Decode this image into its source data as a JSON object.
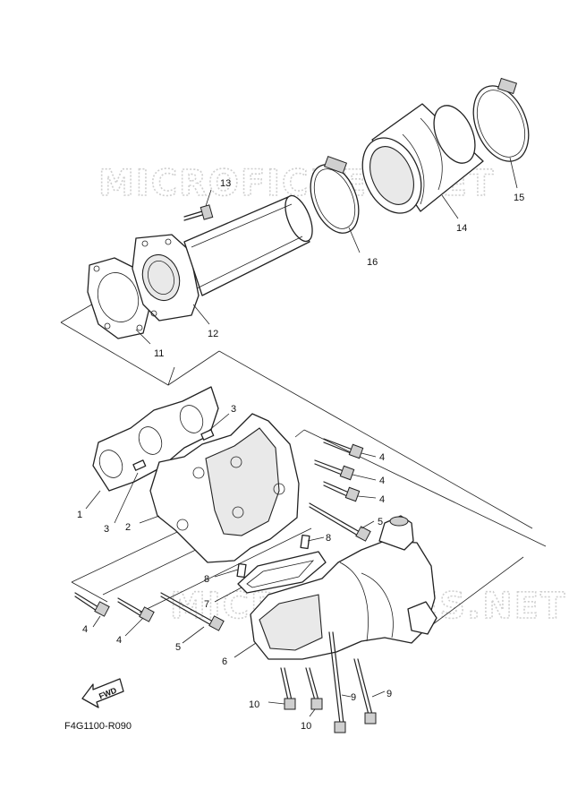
{
  "watermark": "MICROFICHES.NET",
  "diagram_code": "F4G1100-R090",
  "fwd_label": "FWD",
  "callouts": {
    "c1": "1",
    "c2": "2",
    "c3a": "3",
    "c3b": "3",
    "c4a": "4",
    "c4b": "4",
    "c4c": "4",
    "c4d": "4",
    "c4e": "4",
    "c5a": "5",
    "c5b": "5",
    "c6": "6",
    "c7": "7",
    "c8a": "8",
    "c8b": "8",
    "c9a": "9",
    "c9b": "9",
    "c10a": "10",
    "c10b": "10",
    "c11": "11",
    "c12": "12",
    "c13": "13",
    "c14": "14",
    "c15": "15",
    "c16": "16"
  }
}
